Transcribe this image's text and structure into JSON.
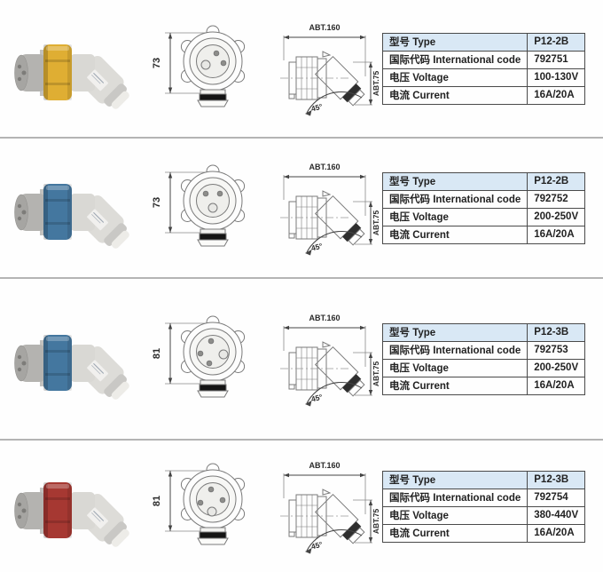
{
  "labels": {
    "type": "型号 Type",
    "code": "国际代码 International code",
    "voltage": "电压 Voltage",
    "current": "电流 Current"
  },
  "drawing": {
    "width_dim": "ABT.160",
    "height_dim": "ABT.75",
    "angle_dim": "45°"
  },
  "products": [
    {
      "ring_color": "#dfae33",
      "front_height": "73",
      "specs": {
        "type": "P12-2B",
        "code": "792751",
        "voltage": "100-130V",
        "current": "16A/20A"
      }
    },
    {
      "ring_color": "#44779f",
      "front_height": "73",
      "specs": {
        "type": "P12-2B",
        "code": "792752",
        "voltage": "200-250V",
        "current": "16A/20A"
      }
    },
    {
      "ring_color": "#44779f",
      "front_height": "81",
      "specs": {
        "type": "P12-3B",
        "code": "792753",
        "voltage": "200-250V",
        "current": "16A/20A"
      }
    },
    {
      "ring_color": "#a63832",
      "front_height": "81",
      "specs": {
        "type": "P12-3B",
        "code": "792754",
        "voltage": "380-440V",
        "current": "16A/20A"
      }
    }
  ],
  "colors": {
    "table_header_bg": "#d9e8f5",
    "divider": "#b4b4b4",
    "table_border": "#4a4a4a"
  }
}
